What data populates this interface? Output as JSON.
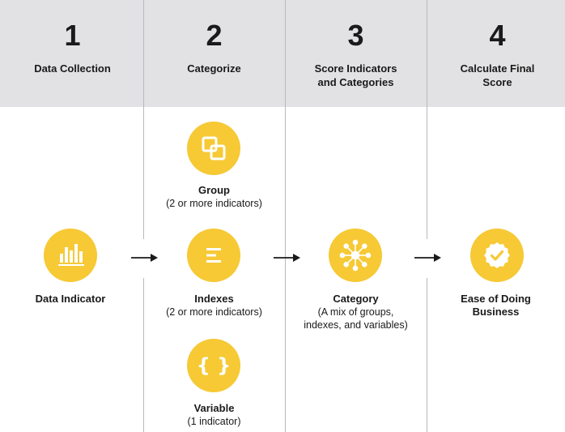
{
  "steps": [
    {
      "number": "1",
      "title": "Data Collection"
    },
    {
      "number": "2",
      "title": "Categorize"
    },
    {
      "number": "3",
      "title": "Score Indicators\nand Categories"
    },
    {
      "number": "4",
      "title": "Calculate Final\nScore"
    }
  ],
  "nodes": {
    "data_indicator": {
      "title": "Data Indicator",
      "icon": "bar-chart-icon"
    },
    "group": {
      "title": "Group",
      "subtitle": "(2 or more indicators)",
      "icon": "overlapping-squares-icon"
    },
    "indexes": {
      "title": "Indexes",
      "subtitle": "(2 or more indicators)",
      "icon": "list-lines-icon"
    },
    "variable": {
      "title": "Variable",
      "subtitle": "(1 indicator)",
      "icon": "curly-braces-icon"
    },
    "category": {
      "title": "Category",
      "subtitle": "(A mix of groups,\nindexes, and variables)",
      "icon": "network-icon"
    },
    "ease": {
      "title": "Ease of Doing\nBusiness",
      "icon": "badge-check-icon"
    }
  },
  "colors": {
    "accent": "#f6c935",
    "header_bg": "#e2e2e4",
    "divider": "#b9b9bd",
    "text": "#1a1a1a"
  }
}
